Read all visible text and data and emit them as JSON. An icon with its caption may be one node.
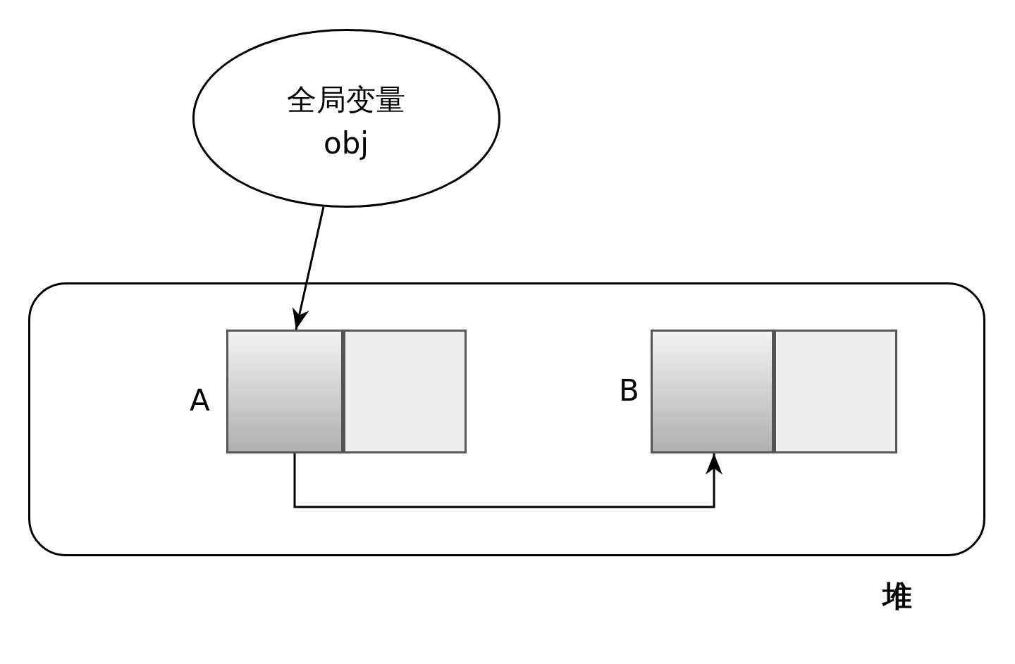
{
  "diagram": {
    "nodes": [
      {
        "text": [
          "全局变量 obj"
        ]
      },
      {
        "text": [
          "堆"
        ]
      },
      {
        "text": [],
        "shape": "box",
        "in": 1,
        "beside": [
          "A"
        ]
      },
      {
        "text": [],
        "shape": "box",
        "in": 1
      },
      {
        "text": [],
        "shape": "box",
        "in": 1,
        "beside": [
          "B"
        ]
      },
      {
        "text": [],
        "shape": "box",
        "in": 1
      }
    ],
    "edges": [
      {
        "from": 0,
        "to": 2,
        "arrow": "to"
      },
      {
        "from": 2,
        "to": 4,
        "arrow": "to"
      }
    ]
  }
}
